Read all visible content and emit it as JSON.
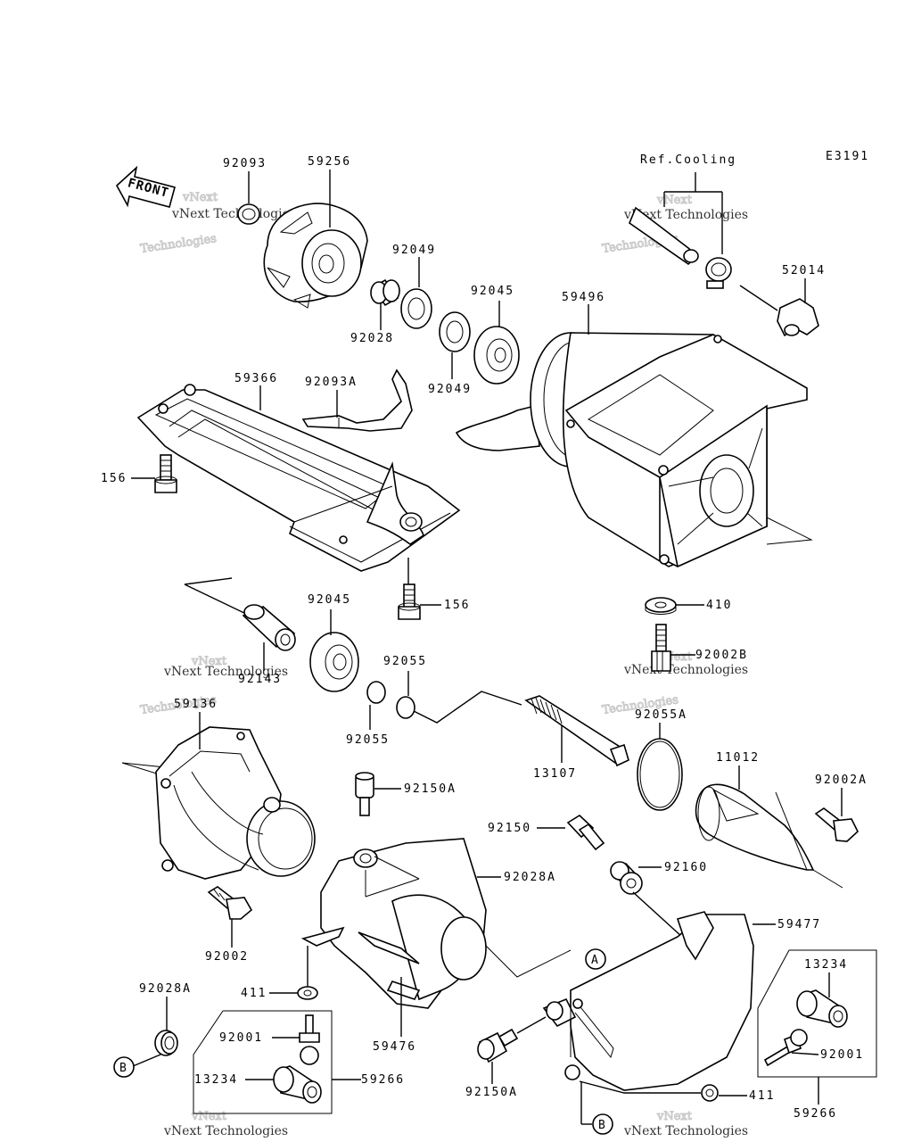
{
  "diagram_code": "E3191",
  "ref_cooling": "Ref.Cooling",
  "front_label": "FRONT",
  "watermark": {
    "brand_top": "vNext",
    "brand_bottom": "Technologies",
    "small": "vNext Technologies"
  },
  "callouts": {
    "A": "A",
    "B": "B"
  },
  "parts": [
    {
      "id": "p1",
      "number": "92093"
    },
    {
      "id": "p2",
      "number": "59256"
    },
    {
      "id": "p3",
      "number": "92049"
    },
    {
      "id": "p4",
      "number": "92028"
    },
    {
      "id": "p5",
      "number": "92045"
    },
    {
      "id": "p6",
      "number": "92049"
    },
    {
      "id": "p7",
      "number": "59496"
    },
    {
      "id": "p8",
      "number": "52014"
    },
    {
      "id": "p9",
      "number": "59366"
    },
    {
      "id": "p10",
      "number": "92093A"
    },
    {
      "id": "p11",
      "number": "156"
    },
    {
      "id": "p12",
      "number": "156"
    },
    {
      "id": "p13",
      "number": "410"
    },
    {
      "id": "p14",
      "number": "92045"
    },
    {
      "id": "p15",
      "number": "92143"
    },
    {
      "id": "p16",
      "number": "92055"
    },
    {
      "id": "p17",
      "number": "92002B"
    },
    {
      "id": "p18",
      "number": "92055"
    },
    {
      "id": "p19",
      "number": "92055A"
    },
    {
      "id": "p20",
      "number": "59136"
    },
    {
      "id": "p21",
      "number": "13107"
    },
    {
      "id": "p22",
      "number": "11012"
    },
    {
      "id": "p23",
      "number": "92002A"
    },
    {
      "id": "p24",
      "number": "92150A"
    },
    {
      "id": "p25",
      "number": "92150"
    },
    {
      "id": "p26",
      "number": "92028A"
    },
    {
      "id": "p27",
      "number": "92160"
    },
    {
      "id": "p28",
      "number": "92002"
    },
    {
      "id": "p29",
      "number": "59477"
    },
    {
      "id": "p30",
      "number": "13234"
    },
    {
      "id": "p31",
      "number": "92028A"
    },
    {
      "id": "p32",
      "number": "411"
    },
    {
      "id": "p33",
      "number": "92001"
    },
    {
      "id": "p34",
      "number": "59476"
    },
    {
      "id": "p35",
      "number": "92001"
    },
    {
      "id": "p36",
      "number": "13234"
    },
    {
      "id": "p37",
      "number": "59266"
    },
    {
      "id": "p38",
      "number": "92150A"
    },
    {
      "id": "p39",
      "number": "411"
    },
    {
      "id": "p40",
      "number": "59266"
    }
  ]
}
